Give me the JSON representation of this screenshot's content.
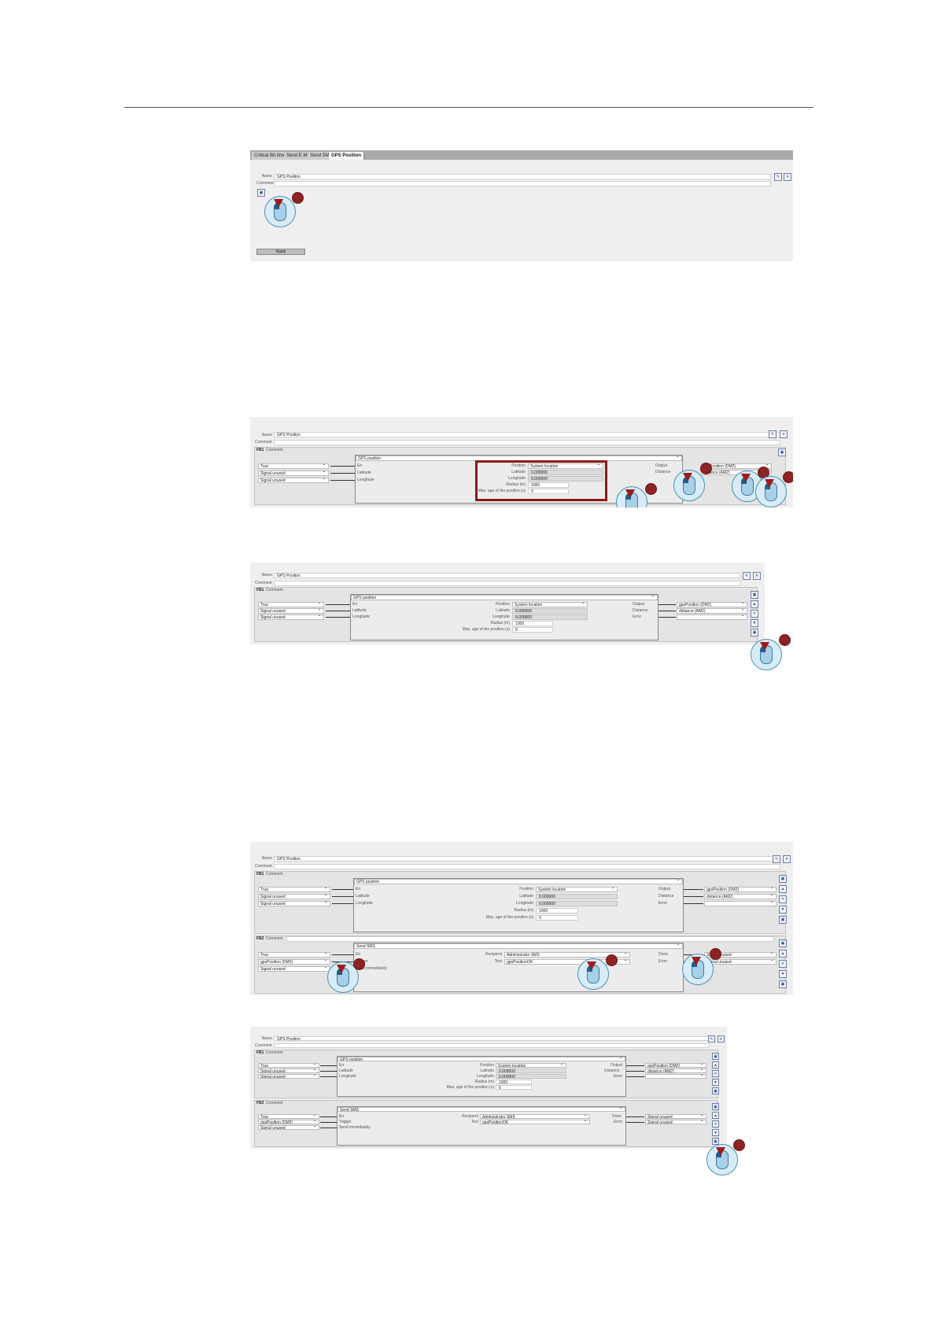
{
  "tabs": [
    "Critical Bit timer",
    "Send E-Mail",
    "Send SMS",
    "GPS Position"
  ],
  "labels": {
    "name": "Name",
    "comment": "Comment",
    "fb1": "FB1",
    "fb2": "FB2",
    "apply": "Apply",
    "en": "En",
    "latitude": "Latitude",
    "longitude": "Longitude",
    "trigger": "Trigger",
    "send_immediately": "Send immediately",
    "position": "Position",
    "lat": "Latitude",
    "lon": "Longitude",
    "radius": "Radius (m)",
    "max_age": "Max. age of the position (s)",
    "output": "Output",
    "distance": "Distance",
    "error": "Error",
    "recipient": "Recipient",
    "text": "Text",
    "done": "Done"
  },
  "values": {
    "name": "GPS Position",
    "gps_block": "GPS position",
    "sms_block": "Send SMS",
    "position_source": "System location",
    "latitude": "0.000000",
    "longitude": "0.000000",
    "radius": "1000",
    "max_age": "0",
    "in_true": "True",
    "in_unused": "Signal unused",
    "in_gps_dm2": "gpsPosition (DM2)",
    "out_gps": "gpsPosition (DM2)",
    "out_distance": "distance (AM2)",
    "out_unused": "Signal unused",
    "recipient": "Administrator SMS",
    "sms_text": "gpsPositionOK"
  },
  "icons": [
    "edit-icon",
    "delete-icon",
    "add-fb-icon",
    "move-up-icon",
    "move-down-icon",
    "remove-icon",
    "mouse-click-icon"
  ],
  "colors": {
    "highlight": "#8b1a1a",
    "marker": "#8e2323",
    "cursor": "#4a8fb6"
  }
}
